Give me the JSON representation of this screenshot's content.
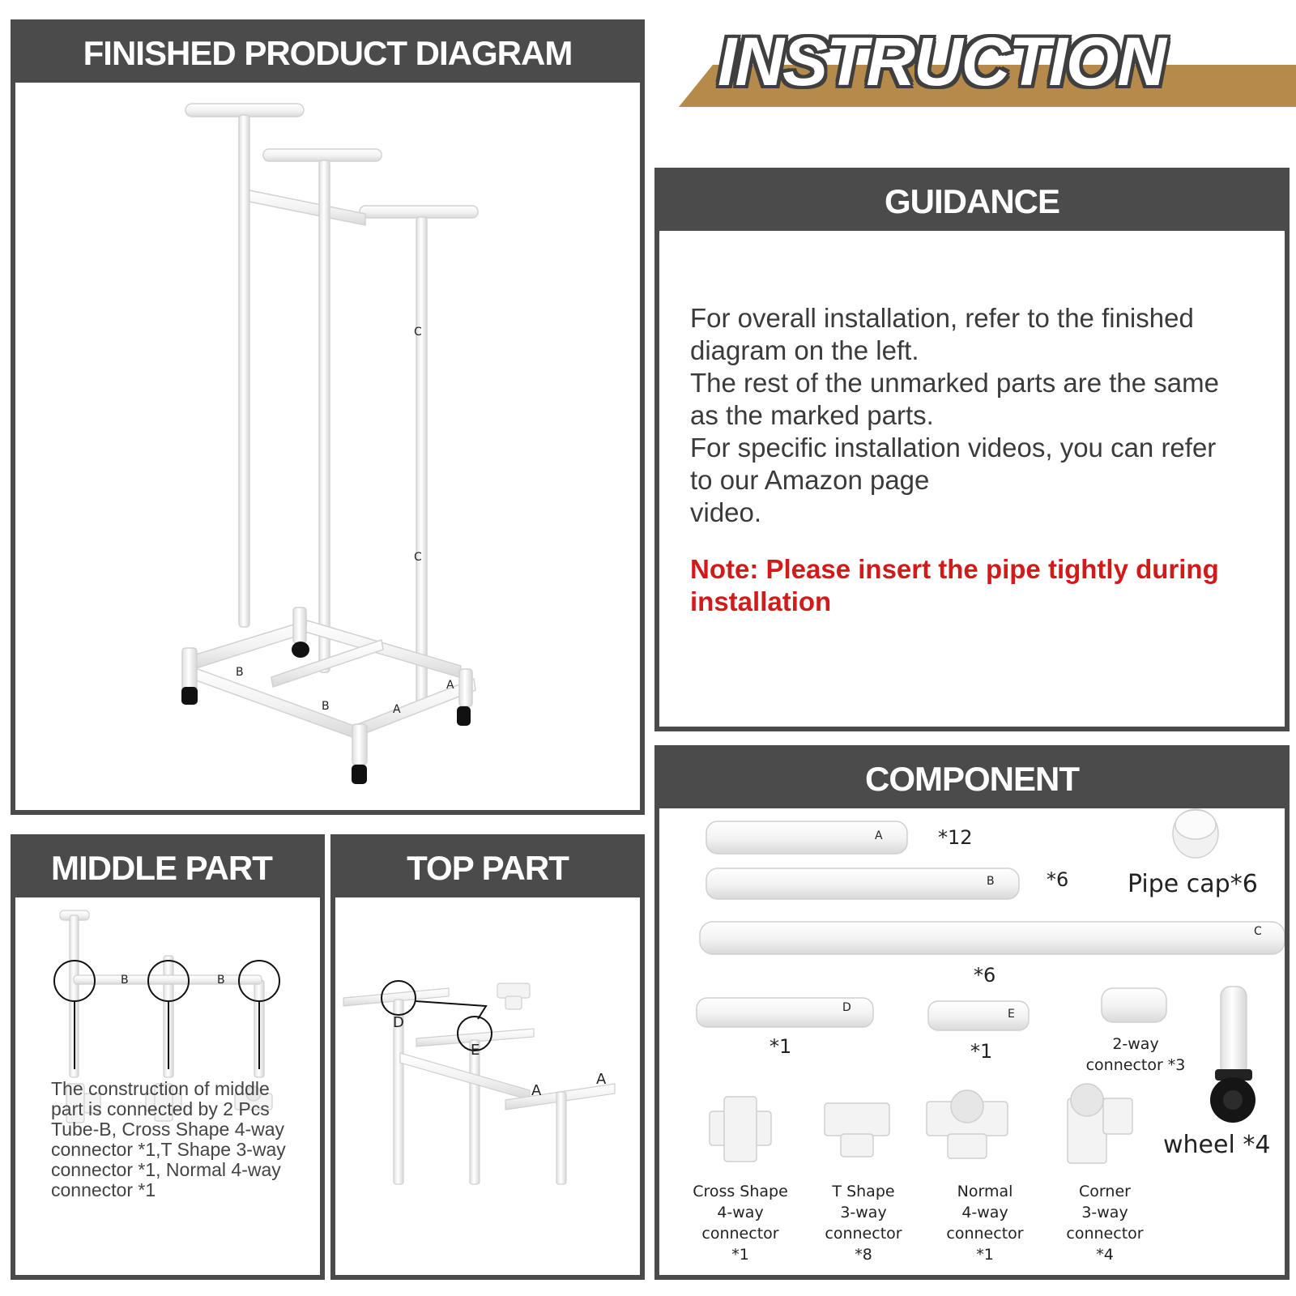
{
  "finished": {
    "title": "FINISHED PRODUCT DIAGRAM",
    "labels": [
      "C",
      "C",
      "B",
      "B",
      "A",
      "A"
    ]
  },
  "instruction": {
    "title": "INSTRUCTION",
    "accent": "#b58a4a"
  },
  "guidance": {
    "title": "GUIDANCE",
    "lines": [
      "For overall installation, refer to the finished",
      "diagram on the left.",
      "The rest of the unmarked parts are the same",
      "as the marked parts.",
      "For specific installation videos, you can refer",
      "to our Amazon page",
      "video."
    ],
    "note_lines": [
      "Note: Please insert the pipe tightly during",
      "installation"
    ],
    "note_color": "#d11a1a"
  },
  "middle": {
    "title": "MIDDLE PART",
    "labels": [
      "B",
      "B"
    ],
    "text_lines": [
      "The construction of middle",
      "part is connected by 2 Pcs",
      "Tube-B, Cross Shape 4-way",
      "connector *1,T Shape 3-way",
      "connector *1, Normal 4-way",
      "connector *1"
    ]
  },
  "top": {
    "title": "TOP PART",
    "labels": [
      "D",
      "E",
      "A",
      "A"
    ]
  },
  "component": {
    "title": "COMPONENT",
    "tube_labels": [
      "A",
      "B",
      "C",
      "D",
      "E"
    ],
    "counts": {
      "a": "*12",
      "b": "*6",
      "c": "*6",
      "d": "*1",
      "e": "*1"
    },
    "pipe_cap": "Pipe cap*6",
    "two_way": [
      "2-way",
      "connector *3"
    ],
    "wheel": "wheel *4",
    "connectors": [
      {
        "lines": [
          "Cross Shape",
          "4-way",
          "connector",
          "*1"
        ]
      },
      {
        "lines": [
          "T Shape",
          "3-way",
          "connector",
          "*8"
        ]
      },
      {
        "lines": [
          "Normal",
          "4-way",
          "connector",
          "*1"
        ]
      },
      {
        "lines": [
          "Corner",
          "3-way",
          "connector",
          "*4"
        ]
      }
    ]
  }
}
